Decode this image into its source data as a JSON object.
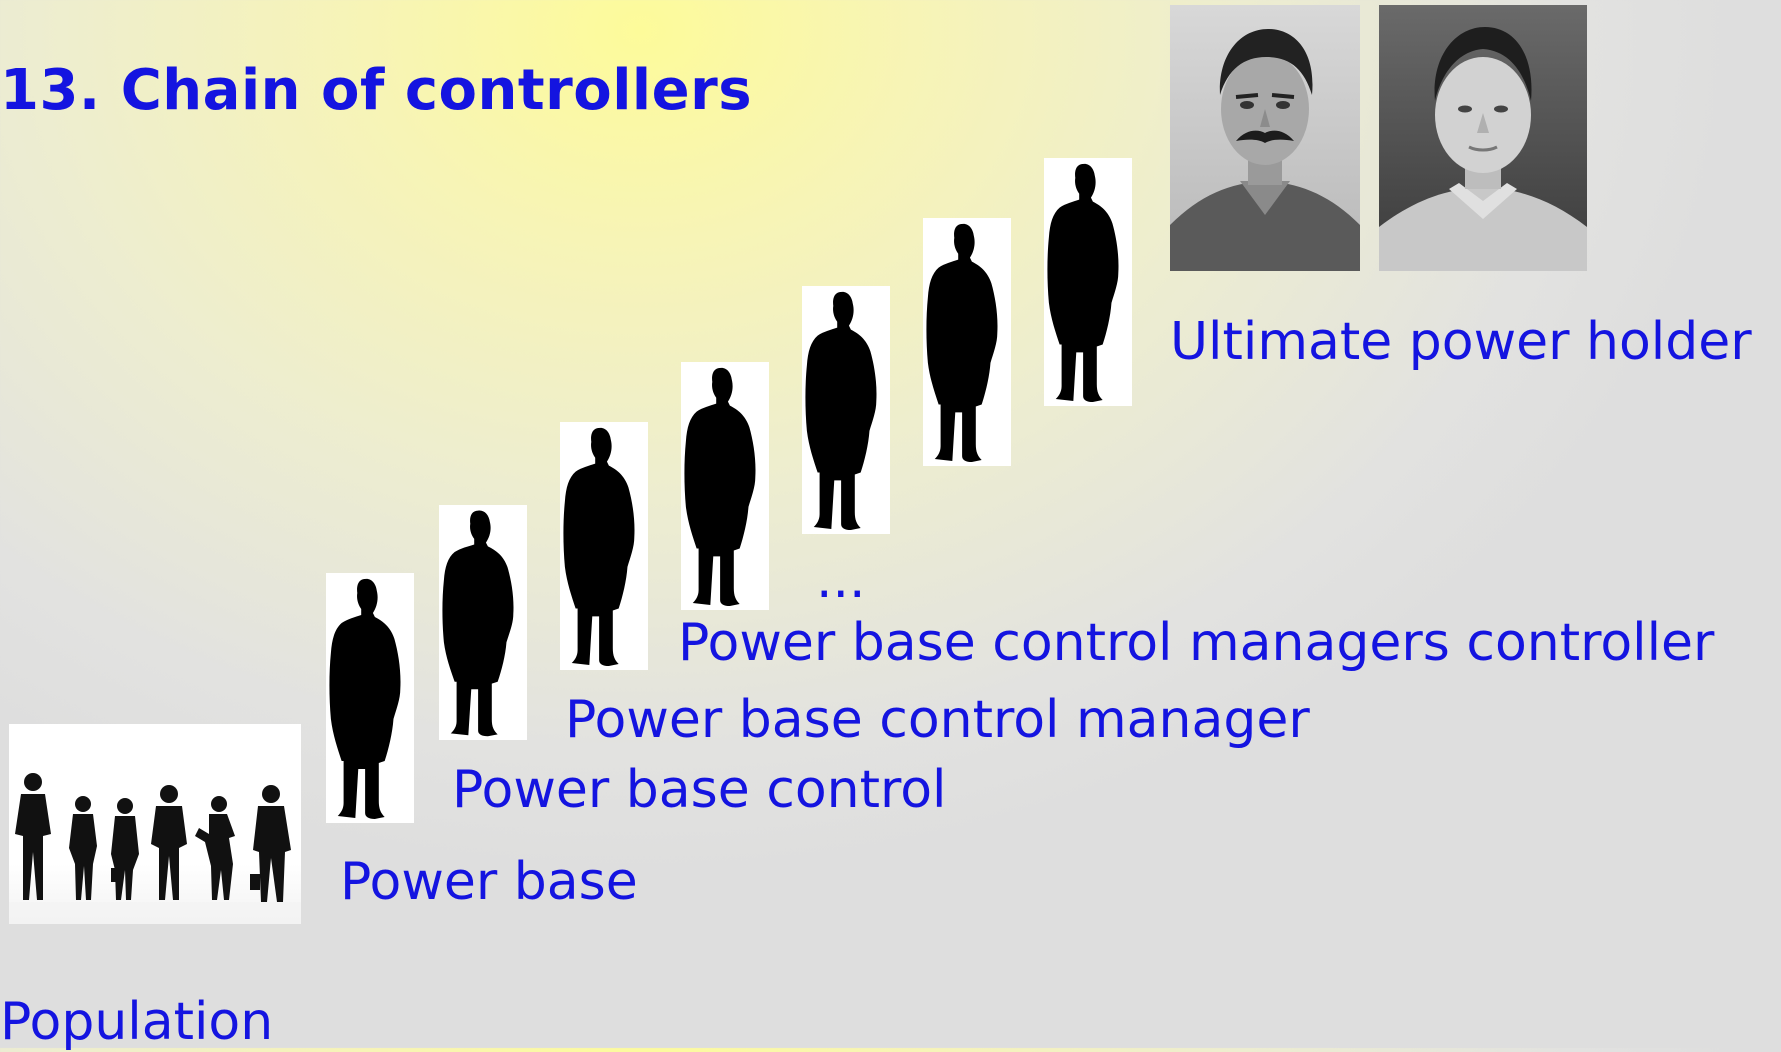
{
  "title": "13. Chain of controllers",
  "labels": {
    "population": "Population",
    "power_base": "Power base",
    "power_base_control": "Power base control",
    "power_base_control_manager": "Power base control manager",
    "power_base_control_managers_controller": "Power base control managers controller",
    "ellipsis": "...",
    "ultimate_power_holder": "Ultimate power holder"
  },
  "colors": {
    "text": "#1414e0",
    "silhouette": "#000000"
  },
  "icons": {
    "crowd": "business-crowd-silhouette",
    "figure": "standing-man-silhouette",
    "portrait_1": "mustached-leader-portrait",
    "portrait_2": "leader-portrait"
  }
}
